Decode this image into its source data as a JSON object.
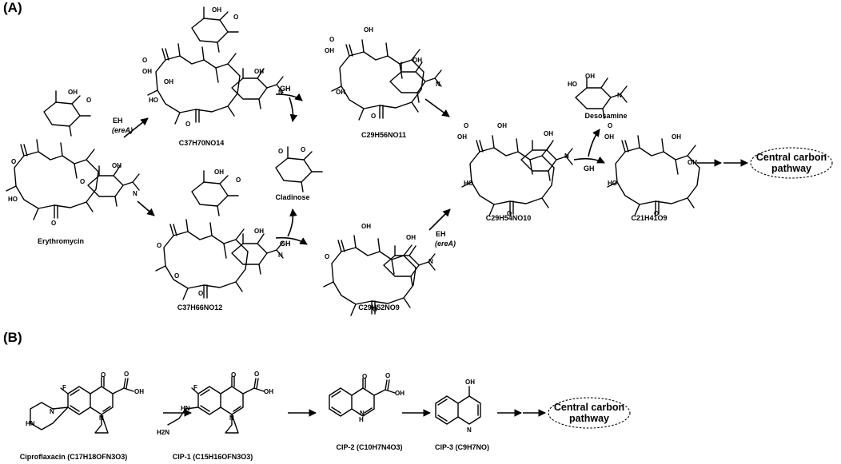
{
  "panels": {
    "a": "(A)",
    "b": "(B)"
  },
  "a": {
    "erythromycin": "Erythromycin",
    "c37h70": "C37H70NO14",
    "c37h66": "C37H66NO12",
    "cladinose": "Cladinose",
    "c29h56": "C29H56NO11",
    "c29h52": "C29H52NO9",
    "c29h54": "C29H54NO10",
    "desosamine": "Desosamine",
    "c21h41": "C21H41O9",
    "eh": "EH",
    "erea": "(ereA)",
    "gh": "GH",
    "central_1": "Central carbon",
    "central_2": "pathway"
  },
  "b": {
    "cipro": "Ciproflaxacin (C17H18OFN3O3)",
    "cip1": "CIP-1 (C15H16OFN3O3)",
    "cip2": "CIP-2 (C10H7N4O3)",
    "cip3": "CIP-3 (C9H7NO)",
    "central_1": "Central carbon",
    "central_2": "pathway"
  }
}
